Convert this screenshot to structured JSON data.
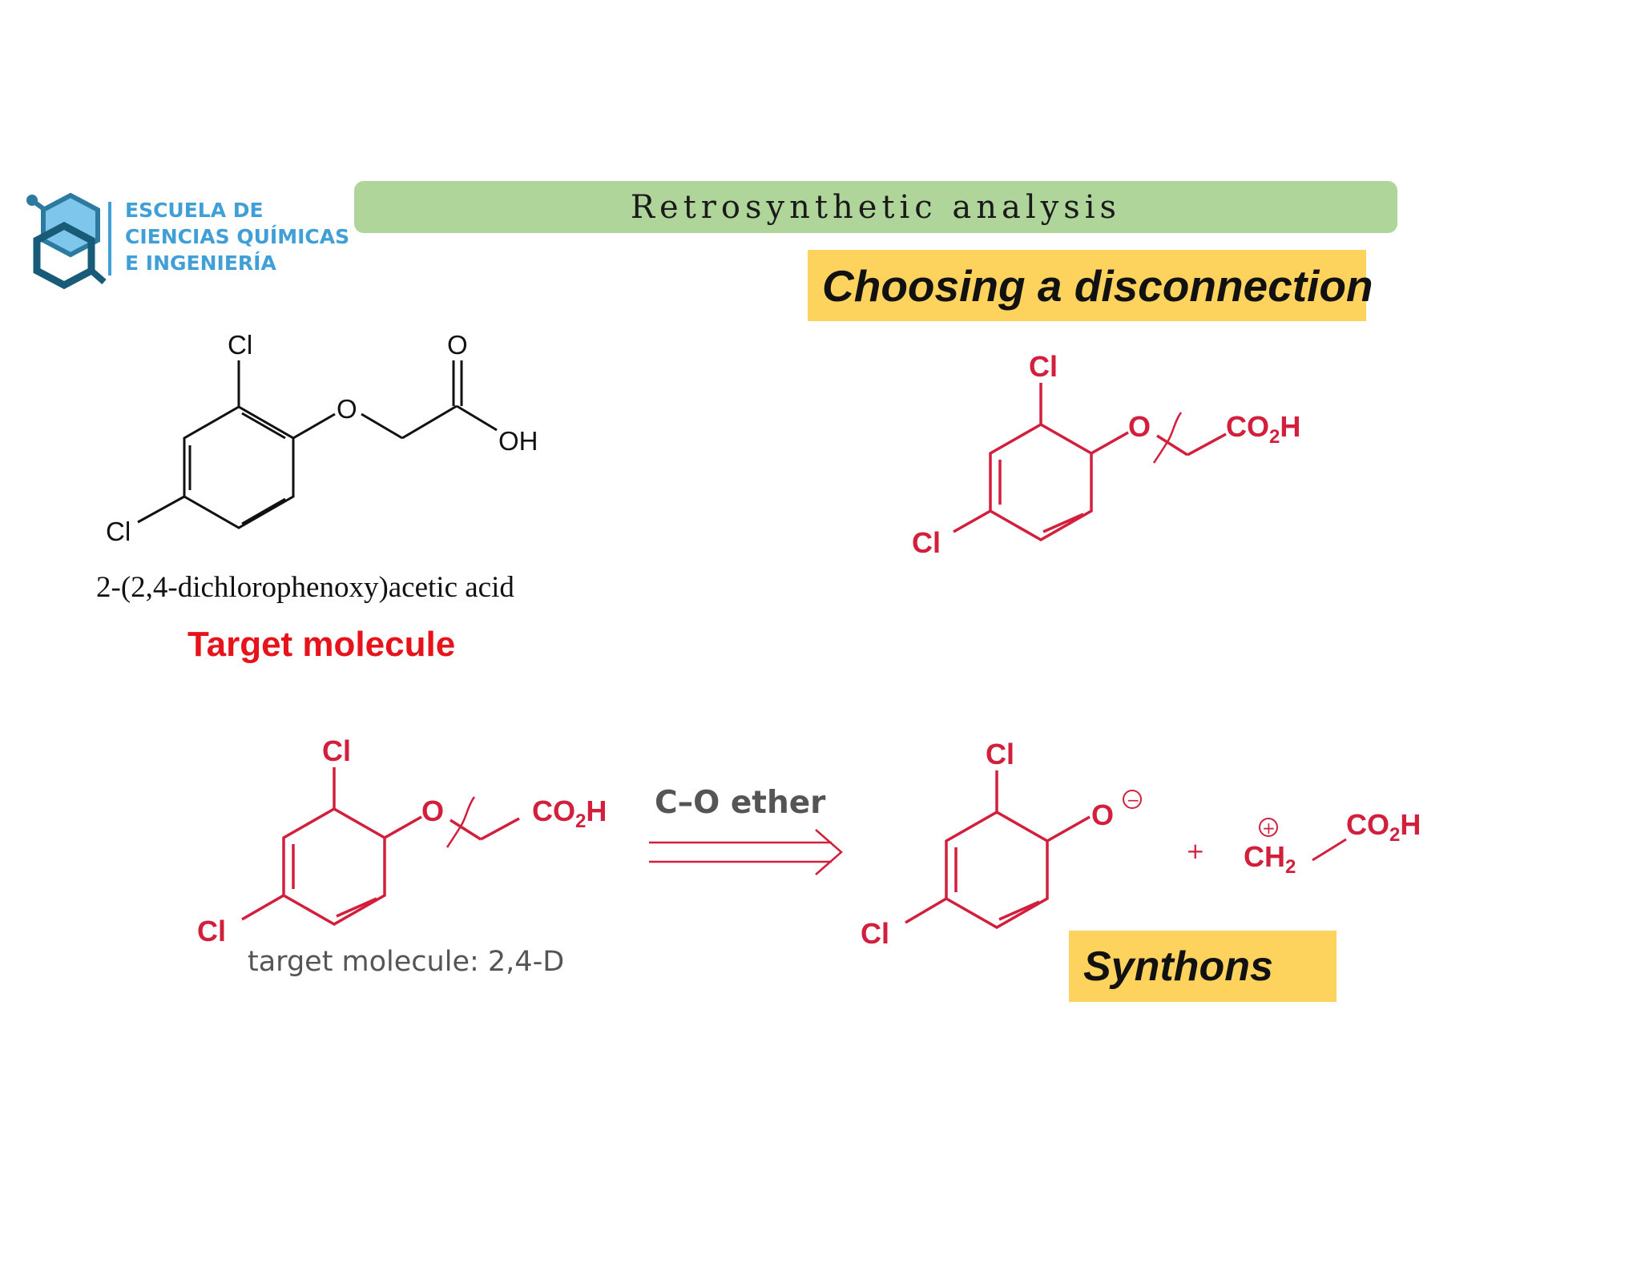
{
  "header": {
    "title": "Retrosynthetic analysis",
    "logo_lines": [
      "ESCUELA DE",
      "CIENCIAS QUÍMICAS",
      "E INGENIERÍA"
    ]
  },
  "target": {
    "atoms": {
      "cl_top": "Cl",
      "cl_left": "Cl",
      "oxygen": "O",
      "carbonyl_o": "O",
      "hydroxyl": "OH"
    },
    "iupac_name": "2-(2,4-dichlorophenoxy)acetic acid",
    "label": "Target molecule"
  },
  "disconnection": {
    "heading": "Choosing a disconnection",
    "atoms": {
      "cl_top": "Cl",
      "cl_left": "Cl",
      "oxygen": "O",
      "acid": "CO",
      "acid_sub": "2",
      "acid_h": "H"
    }
  },
  "reaction": {
    "left_atoms": {
      "cl_top": "Cl",
      "cl_left": "Cl",
      "oxygen": "O",
      "acid": "CO",
      "acid_sub": "2",
      "acid_h": "H"
    },
    "left_caption": "target molecule: 2,4-D",
    "arrow_label": "C–O ether",
    "phenoxide_atoms": {
      "cl_top": "Cl",
      "cl_left": "Cl",
      "oxygen": "O",
      "charge": "−"
    },
    "plus": "+",
    "cation": {
      "plus_charge": "+",
      "ch": "CH",
      "ch_sub": "2",
      "acid": "CO",
      "acid_sub": "2",
      "acid_h": "H"
    },
    "synthons_label": "Synthons"
  },
  "colors": {
    "title_bar": "#b0d59a",
    "highlight": "#fed35d",
    "molecule_red": "#d11f3c",
    "target_red": "#e8121a",
    "logo_blue": "#3f9fd6"
  }
}
